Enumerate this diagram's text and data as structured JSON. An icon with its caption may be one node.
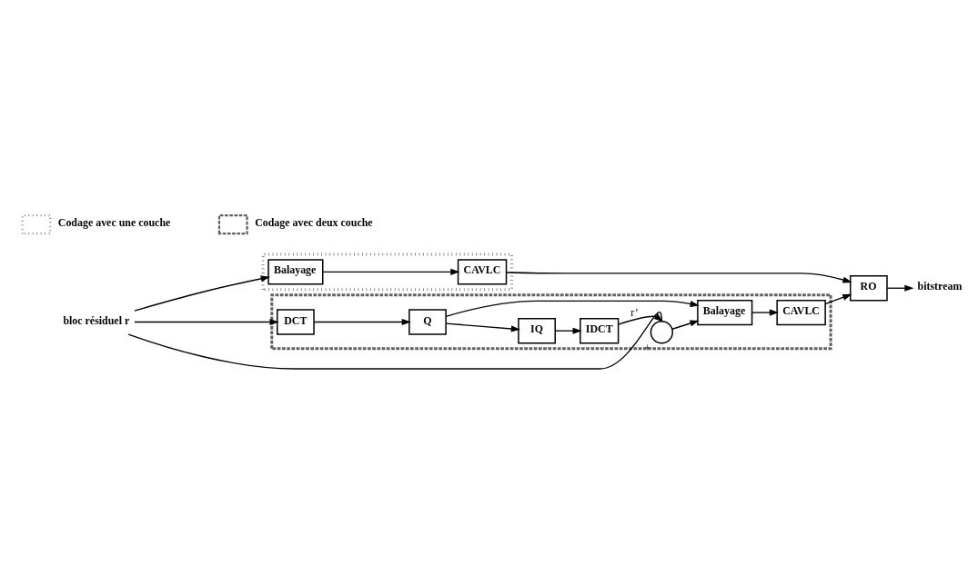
{
  "diagram": {
    "nodes": [
      {
        "text": [],
        "shape": "box"
      },
      {
        "text": [
          "Balayage"
        ],
        "in": 0
      },
      {
        "text": [
          "CAVLC"
        ],
        "in": 0
      },
      {
        "text": [
          "bloc résiduel r"
        ]
      },
      {
        "text": [],
        "shape": "box"
      },
      {
        "text": [
          "DCT"
        ],
        "in": 4
      },
      {
        "text": [
          "Q"
        ],
        "in": 4
      },
      {
        "text": [
          "RO"
        ]
      },
      {
        "text": [
          "bitstream"
        ]
      },
      {
        "text": [],
        "shape": "circle",
        "beside": [
          "+"
        ],
        "in": 4
      },
      {
        "text": [
          "IDCT"
        ],
        "in": 4
      },
      {
        "text": [
          "IQ"
        ],
        "in": 4
      },
      {
        "text": [
          "Balayage"
        ],
        "in": 4
      },
      {
        "text": [
          "CAVLC"
        ],
        "in": 4
      }
    ],
    "edges": [
      {
        "from": 3,
        "to": 5,
        "arrow": "to"
      },
      {
        "from": 3,
        "to": 9,
        "arrow": "none"
      },
      {
        "from": 3,
        "to": 1,
        "arrow": "to"
      },
      {
        "from": 1,
        "to": 2,
        "arrow": "to"
      },
      {
        "from": 5,
        "to": 6,
        "arrow": "to"
      },
      {
        "from": 6,
        "to": 11,
        "arrow": "to"
      },
      {
        "from": 6,
        "to": 12,
        "arrow": "to"
      },
      {
        "from": 11,
        "to": 10,
        "arrow": "to"
      },
      {
        "from": 10,
        "to": 9,
        "arrow": "to",
        "label": "r’"
      },
      {
        "from": 9,
        "to": 12,
        "arrow": "to"
      },
      {
        "from": 12,
        "to": 13,
        "arrow": "to"
      },
      {
        "from": 2,
        "to": 7,
        "arrow": "to"
      },
      {
        "from": 13,
        "to": 7,
        "arrow": "to"
      },
      {
        "from": 7,
        "to": 8,
        "arrow": "to"
      }
    ],
    "legend": [
      {
        "text": "Codage avec une couche"
      },
      {
        "text": "Codage avec deux couche"
      }
    ]
  }
}
